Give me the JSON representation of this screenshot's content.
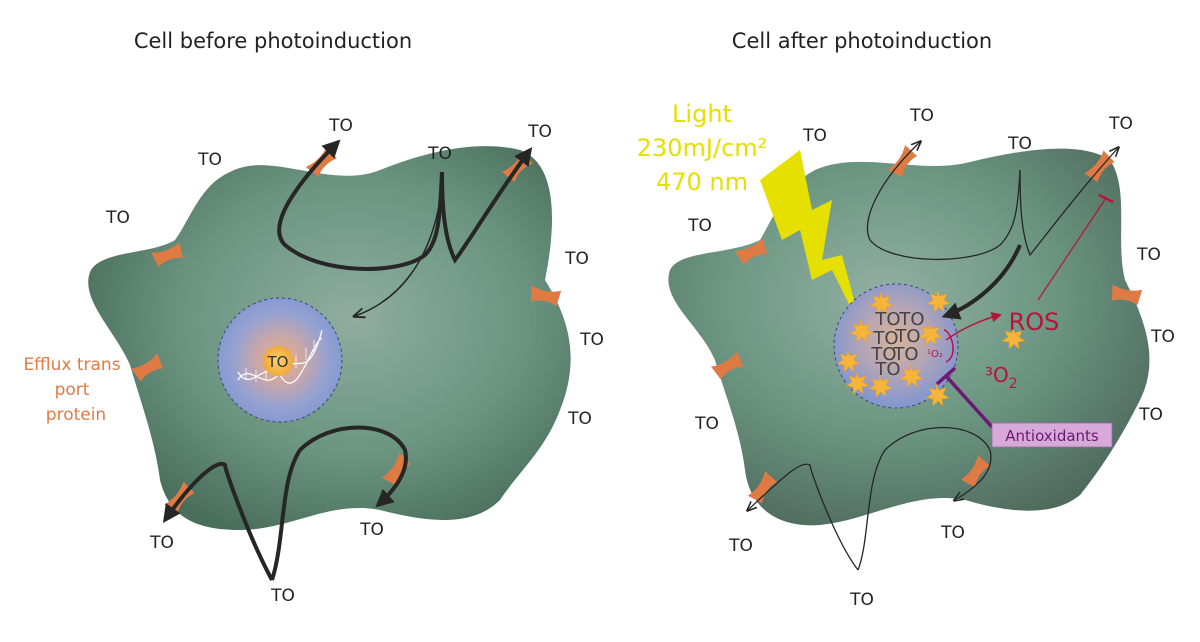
{
  "titles": {
    "before": "Cell before photoinduction",
    "after": "Cell after photoinduction"
  },
  "to_label": "TO",
  "efflux_label": [
    "Efflux trans",
    "port",
    "protein"
  ],
  "light": {
    "line1": "Light",
    "line2": "230mJ/cm²",
    "line3": "470 nm"
  },
  "ros_label": "ROS",
  "o2_label": "³O",
  "o2_sub": "2",
  "singlet_label": "¹O₂",
  "antioxidants_label": "Antioxidants",
  "colors": {
    "cell": "#5e8a74",
    "efflux_protein": "#e07a45",
    "nucleus": "#8a9fcf",
    "light": "#e6e000",
    "ros": "#b8143a",
    "antioxidant_fill": "#d6a9d9",
    "antioxidant_line": "#6a1a70",
    "starburst": "#f5b43a"
  }
}
